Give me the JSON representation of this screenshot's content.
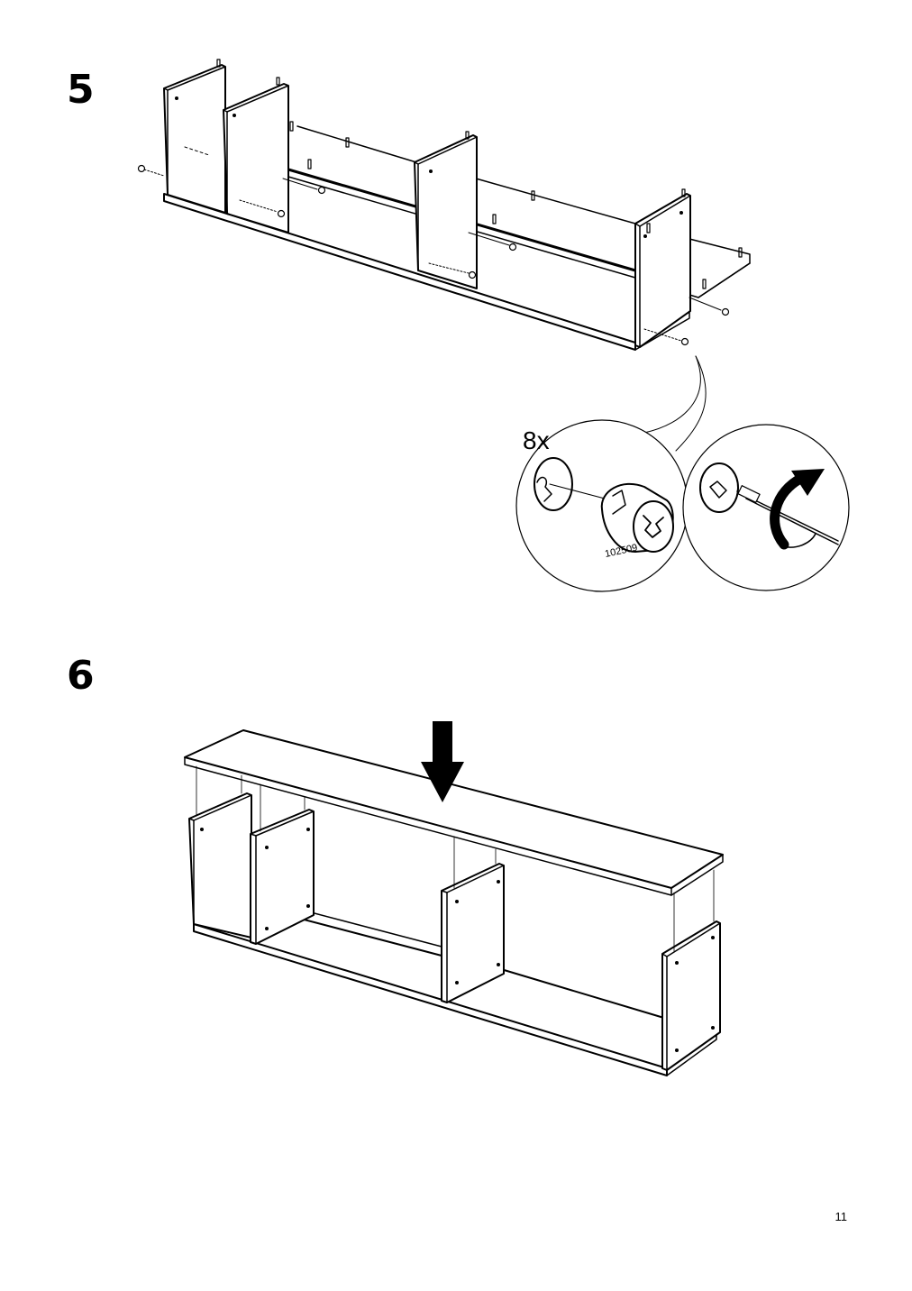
{
  "steps": [
    {
      "number": "5",
      "quantity": "8x",
      "part_code": "102509"
    },
    {
      "number": "6"
    }
  ],
  "page_number": "11",
  "colors": {
    "ink": "#000000",
    "paper": "#ffffff"
  },
  "icons": [
    "cam-lock-icon",
    "screwdriver-icon",
    "rotate-arrow-icon",
    "down-arrow-icon"
  ]
}
